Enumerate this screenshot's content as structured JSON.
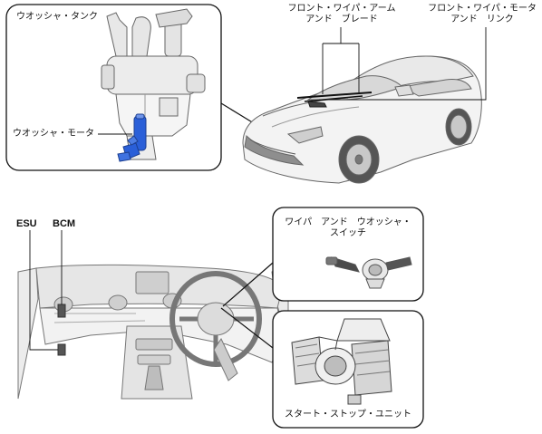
{
  "labels": {
    "washer_tank": "ウオッシャ・タンク",
    "washer_motor": "ウオッシャ・モータ",
    "wiper_arm_line1": "フロント・ワイパ・アーム",
    "wiper_arm_line2": "アンド　ブレード",
    "wiper_motor_line1": "フロント・ワイパ・モータ",
    "wiper_motor_line2": "アンド　リンク",
    "esu": "ESU",
    "bcm": "BCM",
    "switch_line1": "ワイパ　アンド　ウオッシャ・",
    "switch_line2": "スイッチ",
    "start_stop_unit": "スタート・ストップ・ユニット"
  },
  "colors": {
    "line": "#111111",
    "drawing": "#555555",
    "highlight_blue": "#2a5fd8",
    "panel_fill": "#ffffff",
    "shade": "#d9d9d9"
  }
}
